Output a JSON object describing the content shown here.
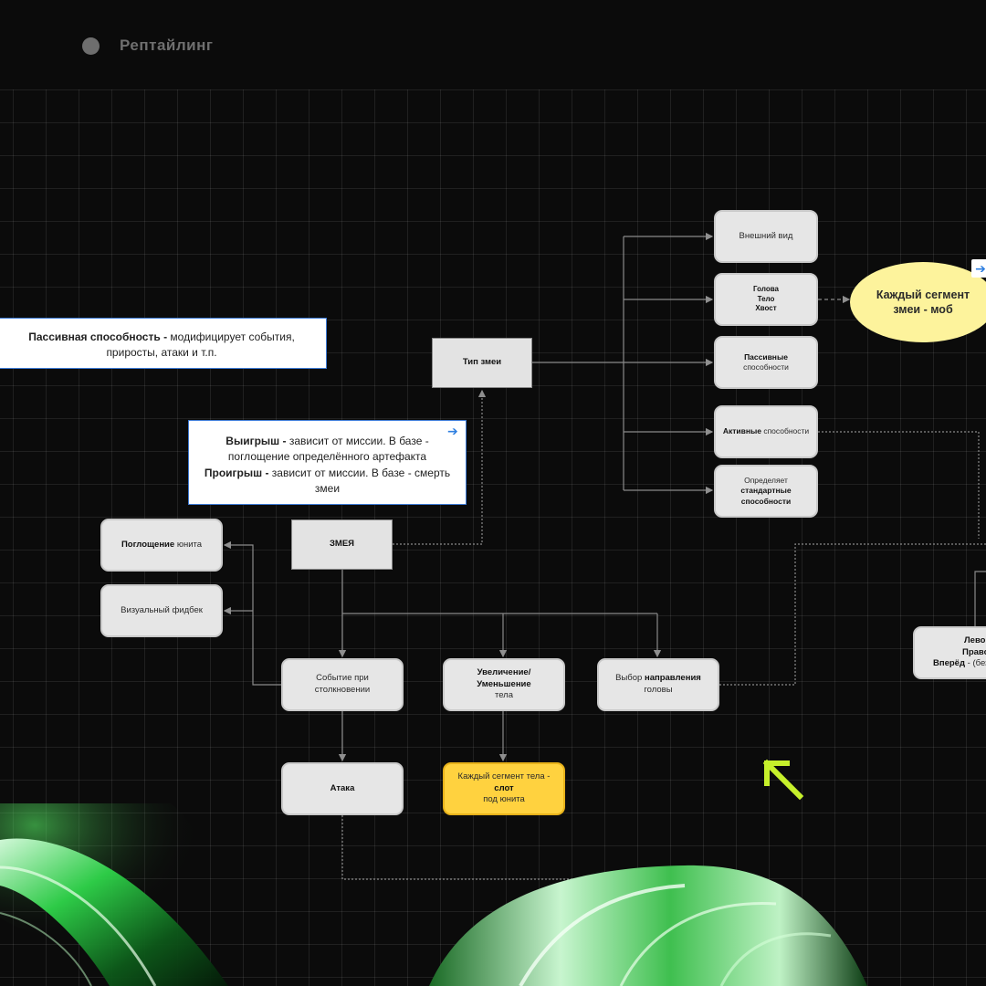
{
  "header": {
    "title": "Рептайлинг"
  },
  "notes": {
    "passive": {
      "bold": "Пассивная способность -",
      "text": " модифицирует события, приросты, атаки и т.п."
    },
    "win_lose": {
      "win_bold": "Выигрыш -",
      "win_text": " зависит от миссии. В базе - поглощение определённого артефакта",
      "lose_bold": "Проигрыш -",
      "lose_text": " зависит от миссии. В базе - смерть змеи"
    }
  },
  "nodes": {
    "snake_type": "Тип змеи",
    "snake": "ЗМЕЯ",
    "appearance": "Внешний вид",
    "head": "Голова",
    "body": "Тело",
    "tail": "Хвост",
    "passive_bold": "Пассивные",
    "passive_rest": " способности",
    "active_bold": "Активные",
    "active_rest": " способности",
    "standard_pre": "Определяет ",
    "standard_bold": "стандартные",
    "standard_post": "способности",
    "absorb_bold": "Поглощение",
    "absorb_rest": " юнита",
    "visual_feedback": "Визуальный фидбек",
    "collision": "Событие при столкновении",
    "grow_bold": "Увеличение/Уменьшение",
    "grow_rest": "тела",
    "direction_pre": "Выбор ",
    "direction_bold": "направления",
    "direction_post": " головы",
    "attack": "Атака",
    "slot_pre": "Каждый сегмент тела - ",
    "slot_bold": "слот",
    "slot_post": "под юнита",
    "segment_mob": "Каждый сегмент змеи - моб",
    "dir_left": "Лево",
    "dir_right": "Право",
    "dir_forward_bold": "Вперёд",
    "dir_forward_rest": " - (без"
  },
  "icons": {
    "link": "arrow-right-icon",
    "pointer": "arrow-up-left-icon"
  },
  "colors": {
    "accent_lime": "#c6f02b",
    "note_border": "#3d7bd6",
    "yellow": "#ffd23f",
    "ellipse": "#fdf39c"
  }
}
